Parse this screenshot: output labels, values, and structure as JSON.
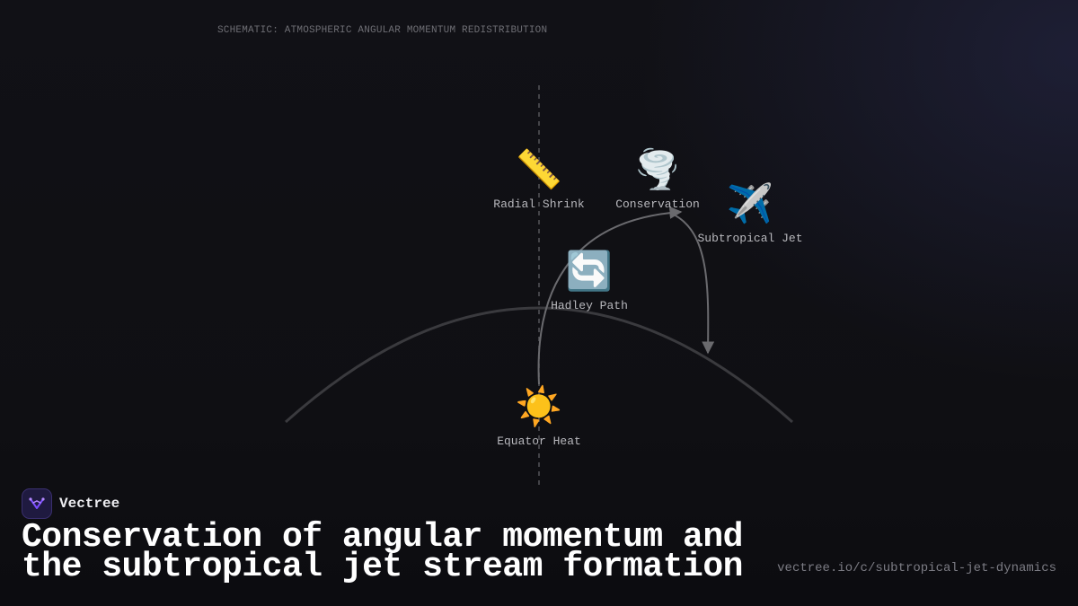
{
  "schematic": {
    "caption": "SCHEMATIC: ATMOSPHERIC ANGULAR MOMENTUM REDISTRIBUTION"
  },
  "nodes": {
    "radial_shrink": {
      "label": "Radial Shrink",
      "icon": "ruler-icon",
      "glyph": "📏"
    },
    "conservation": {
      "label": "Conservation",
      "icon": "tornado-icon",
      "glyph": "🌪️"
    },
    "subtropical_jet": {
      "label": "Subtropical Jet",
      "icon": "airplane-icon",
      "glyph": "✈️"
    },
    "hadley_path": {
      "label": "Hadley Path",
      "icon": "cycle-arrows-icon",
      "glyph": "🔄"
    },
    "equator_heat": {
      "label": "Equator Heat",
      "icon": "sun-icon",
      "glyph": "☀️"
    }
  },
  "brand": {
    "name": "Vectree",
    "logo_icon": "vectree-logo-icon",
    "logo_color": "#7c4dff"
  },
  "headline": {
    "line1": "Conservation of angular momentum and",
    "line2": "the subtropical jet stream formation"
  },
  "footer": {
    "url": "vectree.io/c/subtropical-jet-dynamics"
  },
  "colors": {
    "background": "#0f0f13",
    "glow": "#28294e",
    "flow_line": "#6a6a6e",
    "earth_arc": "#3a3a3e",
    "axis": "#55555a",
    "label": "#b8b8bd"
  }
}
